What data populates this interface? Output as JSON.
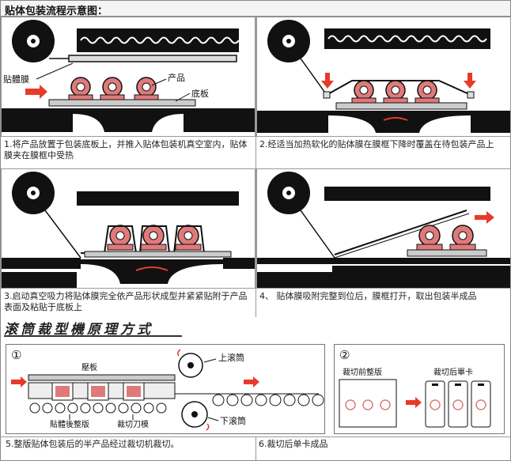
{
  "header": {
    "title": "贴体包装流程示意图："
  },
  "panel1": {
    "caption": "1.将产品放置于包装底板上，并推入贴体包装机真空室内，贴体膜夹在膜框中受热",
    "label_film": "贴體膜",
    "label_product": "产品",
    "label_base": "底板"
  },
  "panel2": {
    "caption": "2.经适当加热软化的贴体膜在膜框下降时覆盖在待包装产品上"
  },
  "panel3": {
    "caption": "3.启动真空吸力将贴体膜完全依产品形状成型并紧紧贴附于产品表面及粘贴于底板上"
  },
  "panel4": {
    "caption": "4、 贴体膜吸附完整到位后，膜框打开，取出包装半成品"
  },
  "roller": {
    "title": "滚筒裁型機原理方式",
    "step1": {
      "num": "①",
      "press_plate": "壓板",
      "top_roller": "上滚筒",
      "bottom_roller": "下滚筒",
      "after_film": "貼體後整版",
      "cut_die": "裁切刀模"
    },
    "step2": {
      "num": "②",
      "before": "裁切前整版",
      "after": "裁切后單卡"
    }
  },
  "panel5": {
    "caption": "5.整版贴体包装后的半产品经过裁切机裁切。"
  },
  "panel6": {
    "caption": "6.裁切后单卡成品"
  },
  "colors": {
    "product": "#e07a7a",
    "arrow": "#e83a2a",
    "black": "#111111",
    "gray": "#c8c8c8"
  }
}
